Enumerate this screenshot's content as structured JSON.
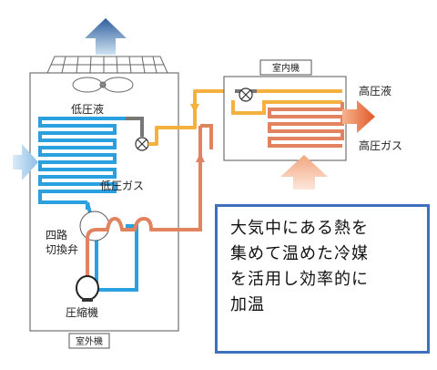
{
  "labels": {
    "indoor_unit": "室内機",
    "outdoor_unit": "室外機",
    "low_pressure_liquid": "低圧液",
    "low_pressure_gas": "低圧ガス",
    "four_way_valve": "四路\n切換弁",
    "compressor": "圧縮機",
    "high_pressure_liquid": "高圧液",
    "high_pressure_gas": "高圧ガス"
  },
  "callout": {
    "text": "大気中にある熱を\n集めて温めた冷媒\nを活用し効率的に\n加温"
  },
  "colors": {
    "low_pressure": "#2aa0e0",
    "high_pressure_gas": "#e0835e",
    "high_pressure_liquid": "#f5b13d",
    "callout_border": "#3f6fbf",
    "unit_box": "#555555"
  },
  "icons": [
    "fan-icon",
    "heat-exchanger-grid-icon",
    "expansion-valve-icon",
    "compressor-icon",
    "exhaust-arrow-icon",
    "intake-arrow-icon",
    "output-arrow-icon"
  ]
}
